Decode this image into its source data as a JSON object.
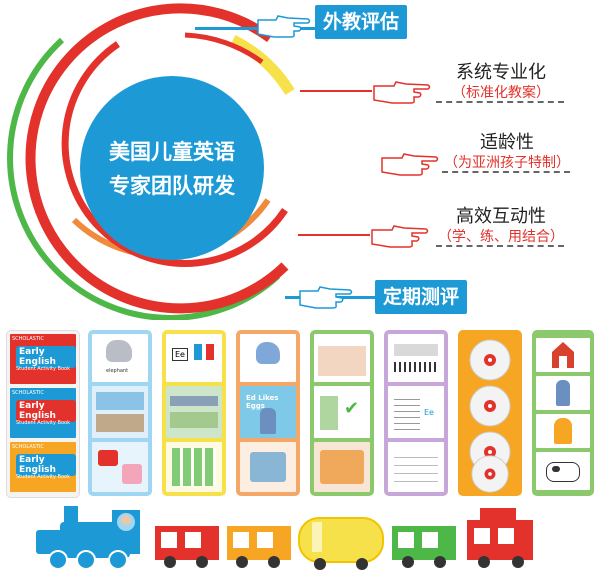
{
  "center": {
    "line1": "美国儿童英语",
    "line2": "专家团队研发"
  },
  "tags": {
    "top": "外教评估",
    "bottom": "定期测评"
  },
  "features": [
    {
      "title": "系统专业化",
      "subtitle": "（标准化教案）"
    },
    {
      "title": "适龄性",
      "subtitle": "（为亚洲孩子特制）"
    },
    {
      "title": "高效互动性",
      "subtitle": "（学、练、用结合）"
    }
  ],
  "books": {
    "publisher": "SCHOLASTIC",
    "title": "Early English",
    "subtitle": "Student Activity Book"
  },
  "card_texts": {
    "elephant": "elephant",
    "ed_likes_eggs": "Ed Likes Eggs",
    "ee_letter": "Ee"
  },
  "colors": {
    "accent_blue": "#1d9ad6",
    "ring_red": "#e3322b",
    "ring_green": "#4db748",
    "ring_orange": "#f08a3c",
    "ring_yellow": "#f7e14b"
  }
}
